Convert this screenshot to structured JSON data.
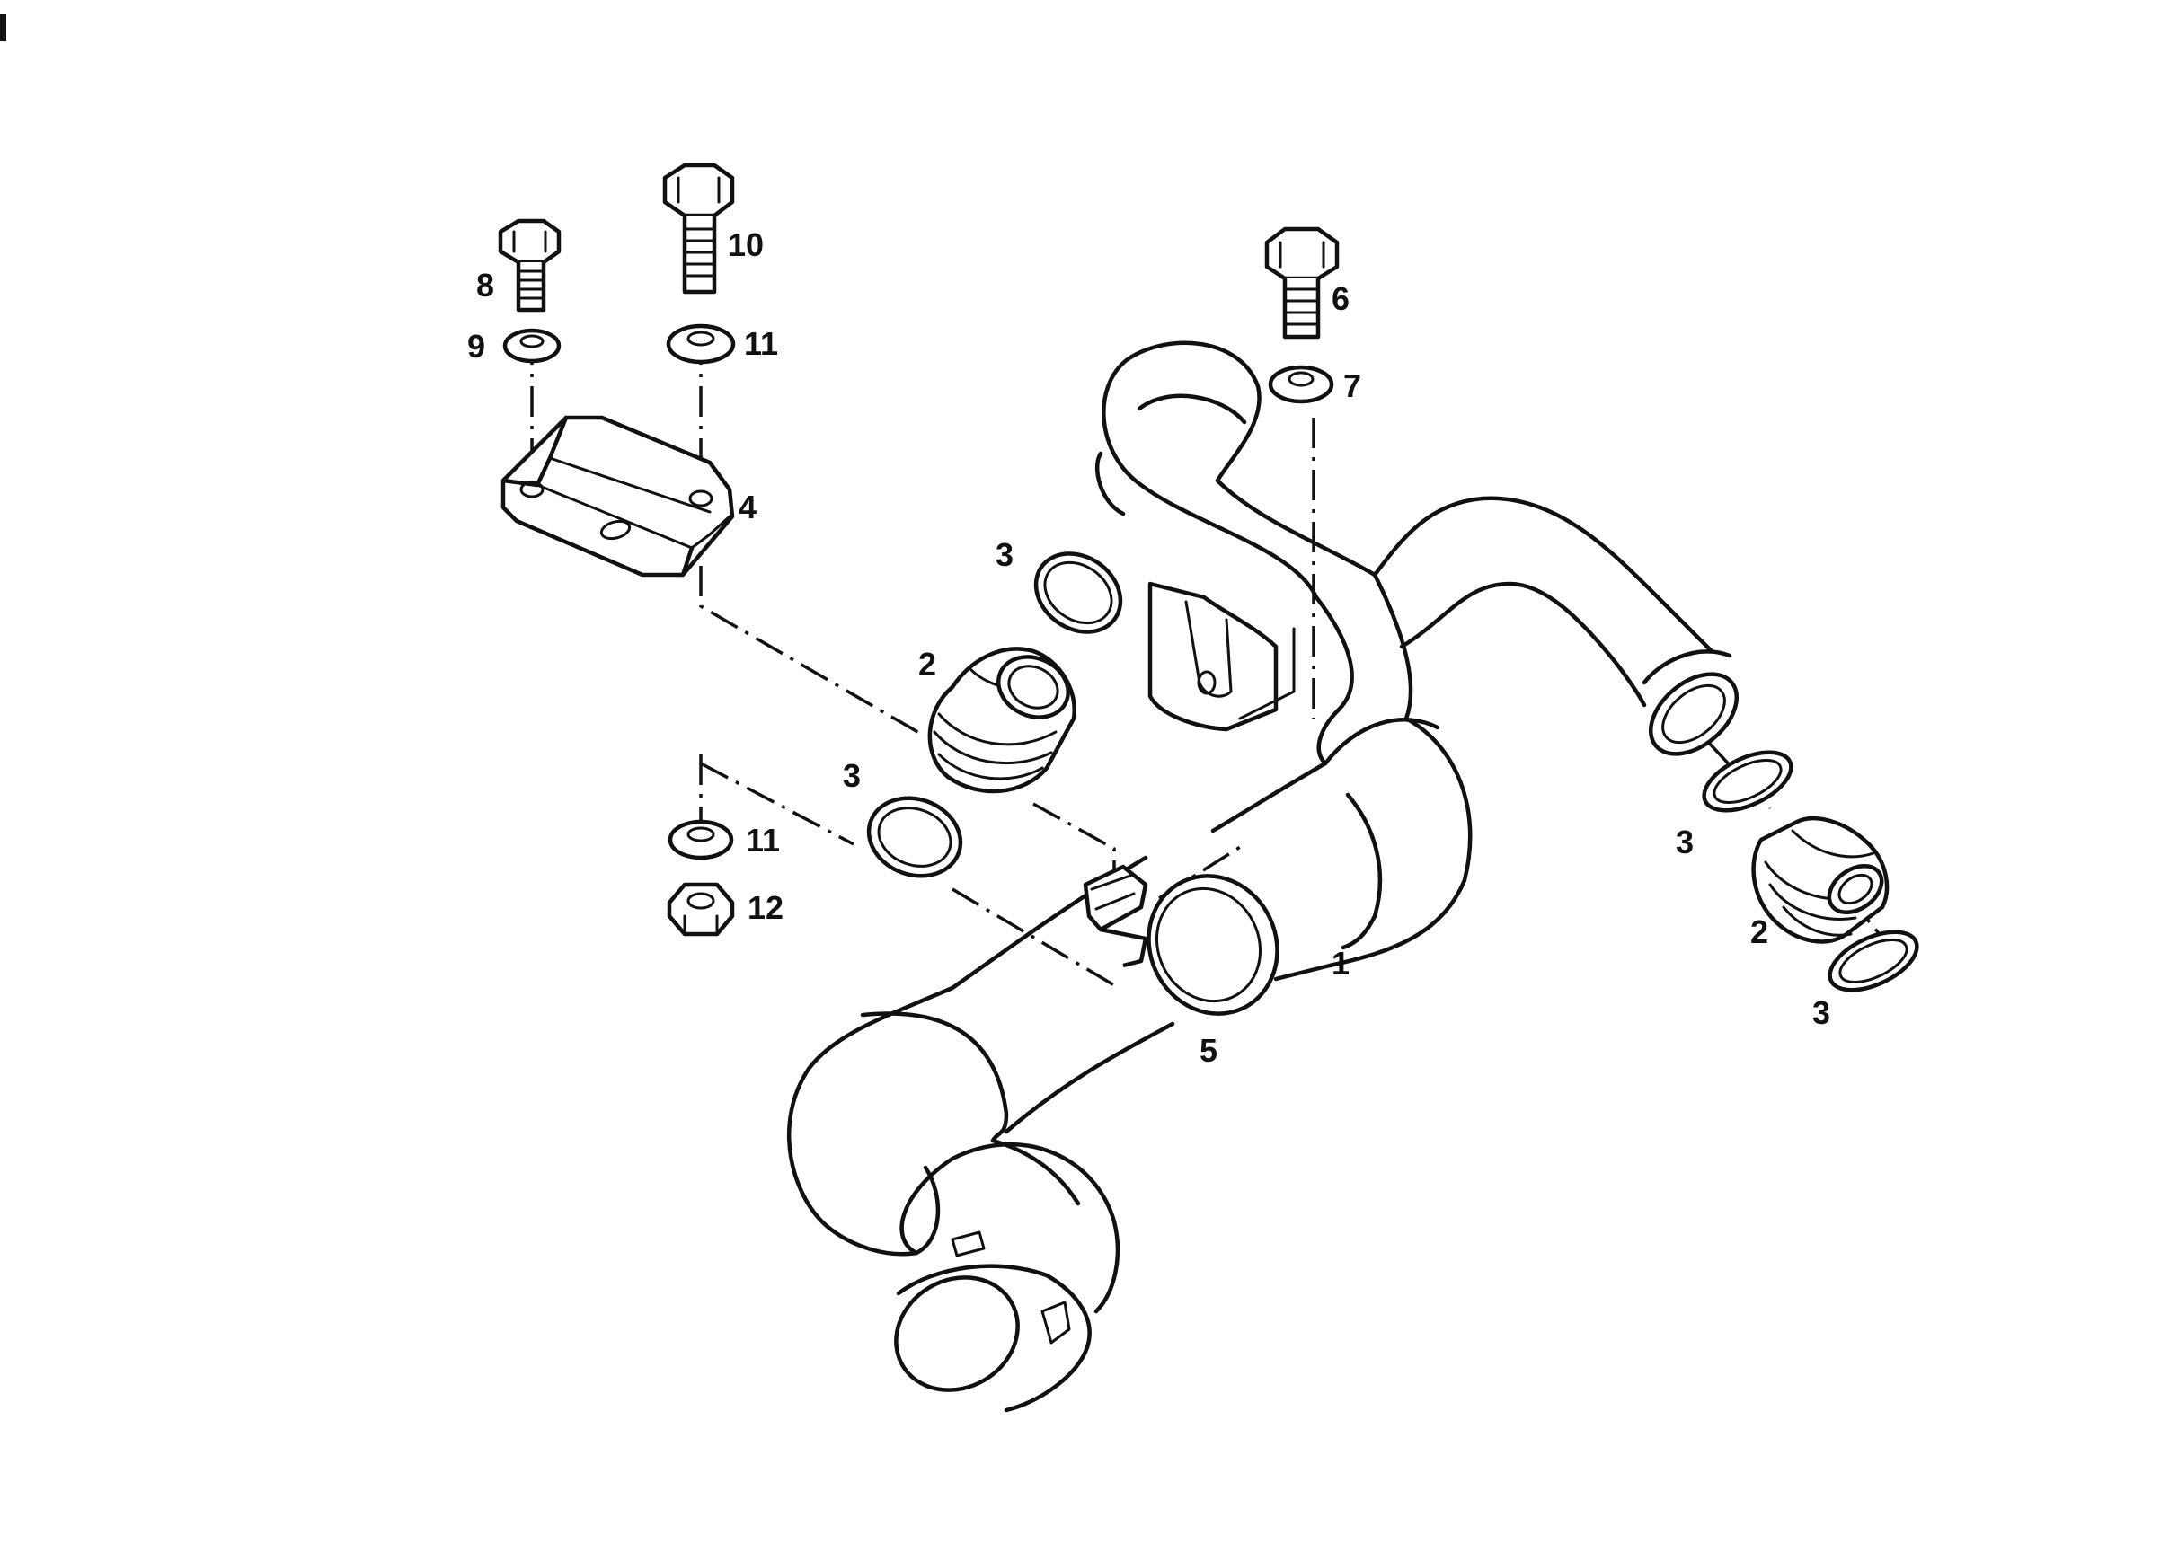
{
  "callouts": {
    "hose": "1",
    "adapter_upper": "2",
    "adapter_right": "2",
    "ring_upper": "3",
    "ring_middle": "3",
    "ring_right_upper": "3",
    "ring_right_lower": "3",
    "bracket_plate": "4",
    "hose_clamp": "5",
    "bolt_right": "6",
    "washer_right": "7",
    "bolt_small": "8",
    "washer_small": "9",
    "bolt_long": "10",
    "washer_upper": "11",
    "washer_lower": "11",
    "nut": "12"
  }
}
